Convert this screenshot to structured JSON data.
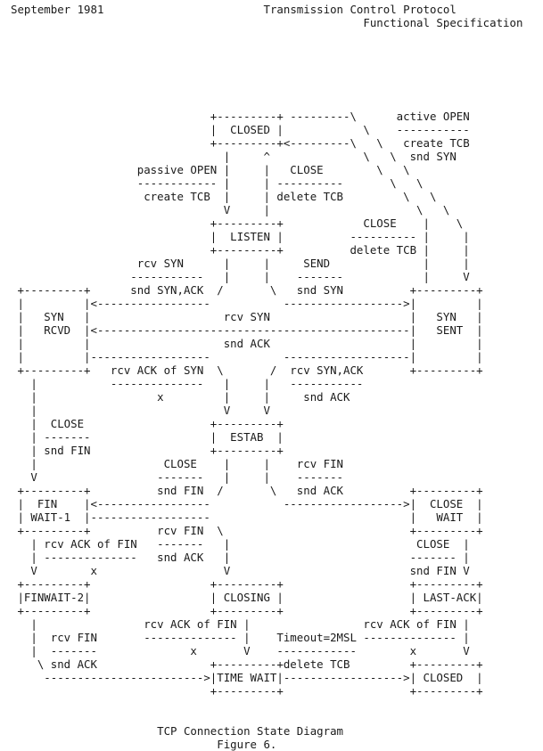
{
  "header": {
    "left": "September 1981",
    "right_line1": "Transmission Control Protocol",
    "right_line2": "Functional Specification"
  },
  "diagram_lines": [
    "",
    "",
    "",
    "",
    "",
    "",
    "                              +---------+ ---------\\      active OPEN",
    "                              |  CLOSED |            \\    -----------",
    "                              +---------+<---------\\   \\   create TCB",
    "                                |     ^              \\   \\  snd SYN",
    "                   passive OPEN |     |   CLOSE        \\   \\",
    "                   ------------ |     | ----------       \\   \\",
    "                    create TCB  |     | delete TCB         \\   \\",
    "                                V     |                      \\   \\",
    "                              +---------+            CLOSE    |    \\",
    "                              |  LISTEN |          ---------- |     |",
    "                              +---------+          delete TCB |     |",
    "                   rcv SYN      |     |     SEND              |     |",
    "                  -----------   |     |    -------            |     V",
    " +---------+      snd SYN,ACK  /       \\   snd SYN          +---------+",
    " |         |<-----------------           ------------------>|         |",
    " |   SYN   |                    rcv SYN                     |   SYN   |",
    " |   RCVD  |<-----------------------------------------------|   SENT  |",
    " |         |                    snd ACK                     |         |",
    " |         |------------------           -------------------|         |",
    " +---------+   rcv ACK of SYN  \\       /  rcv SYN,ACK       +---------+",
    "   |           --------------   |     |   -----------",
    "   |                  x         |     |     snd ACK",
    "   |                            V     V",
    "   |  CLOSE                   +---------+",
    "   | -------                  |  ESTAB  |",
    "   | snd FIN                  +---------+",
    "   |                   CLOSE    |     |    rcv FIN",
    "   V                  -------   |     |    -------",
    " +---------+          snd FIN  /       \\   snd ACK          +---------+",
    " |  FIN    |<-----------------           ------------------>|  CLOSE  |",
    " | WAIT-1  |------------------                              |   WAIT  |",
    " +---------+          rcv FIN  \\                            +---------+",
    "   | rcv ACK of FIN   -------   |                            CLOSE  |",
    "   | --------------   snd ACK   |                           ------- |",
    "   V        x                   V                           snd FIN V",
    " +---------+                  +---------+                   +---------+",
    " |FINWAIT-2|                  | CLOSING |                   | LAST-ACK|",
    " +---------+                  +---------+                   +---------+",
    "   |                rcv ACK of FIN |                 rcv ACK of FIN |",
    "   |  rcv FIN       -------------- |    Timeout=2MSL -------------- |",
    "   |  -------              x       V    ------------        x       V",
    "    \\ snd ACK                 +---------+delete TCB         +---------+",
    "     ------------------------>|TIME WAIT|------------------>| CLOSED  |",
    "                              +---------+                   +---------+",
    "",
    "",
    "                      TCP Connection State Diagram",
    "                               Figure 6."
  ]
}
